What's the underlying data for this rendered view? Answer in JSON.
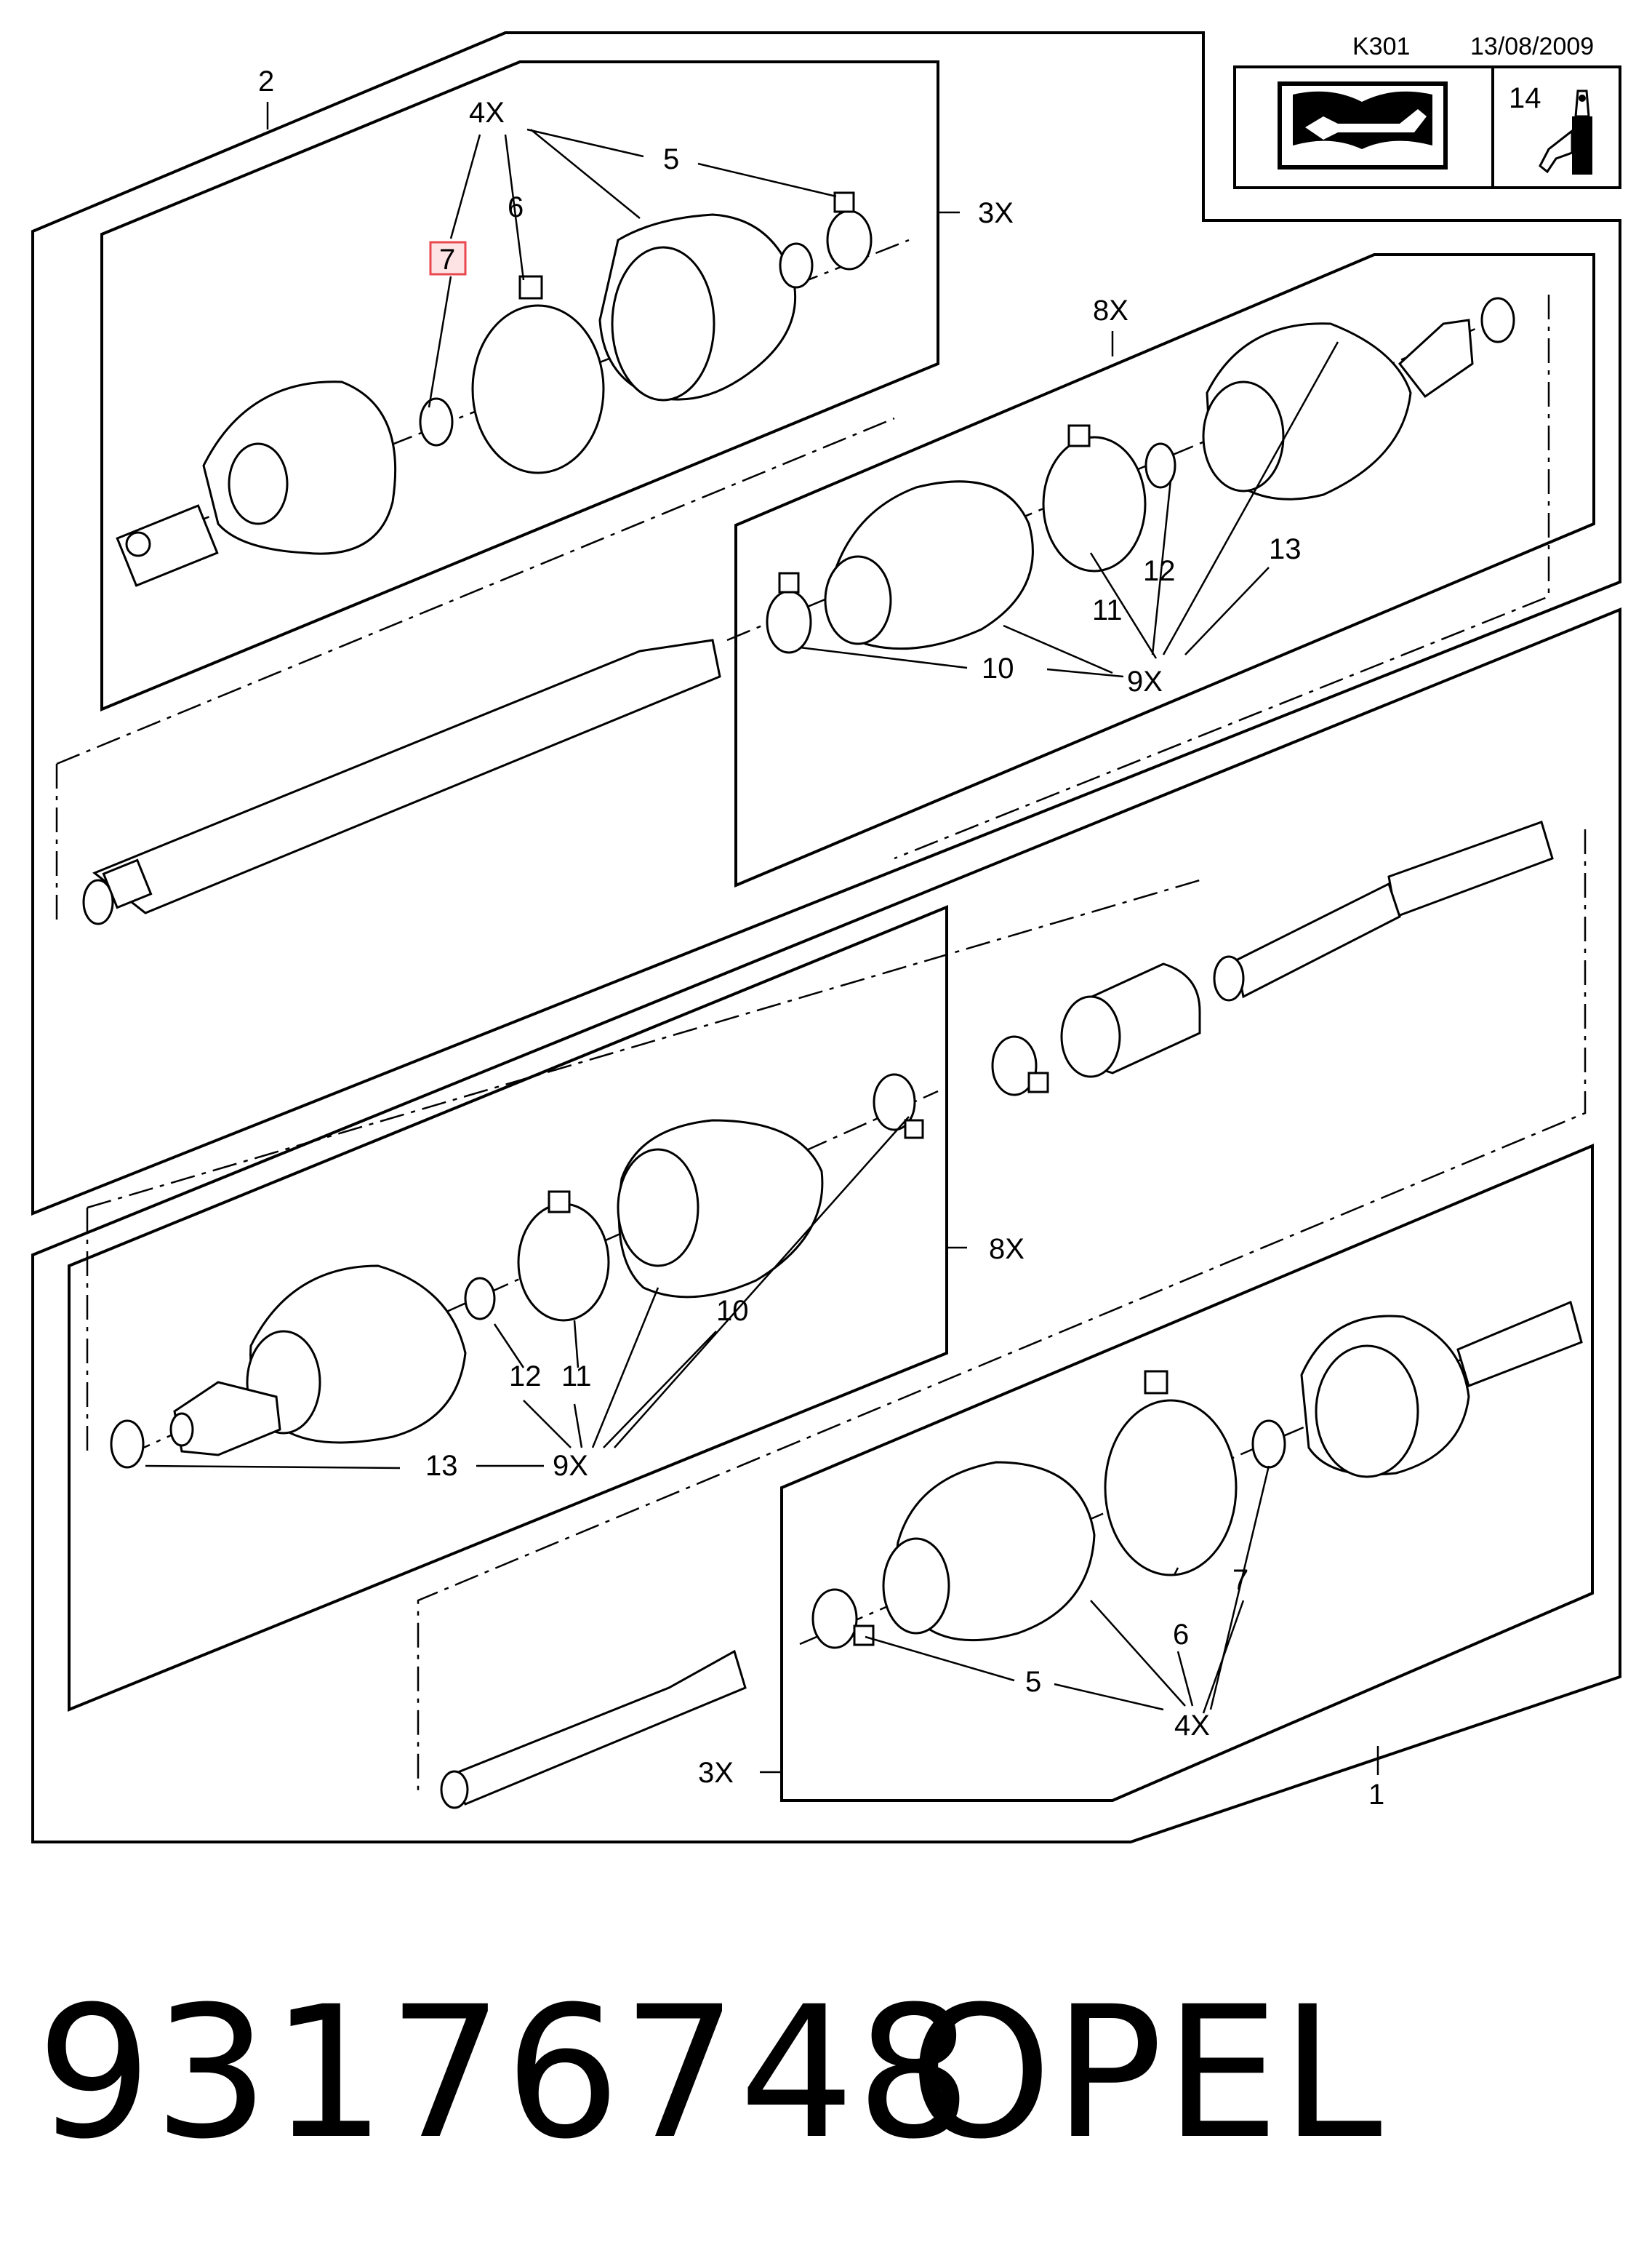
{
  "header": {
    "code": "K301",
    "date": "13/08/2009"
  },
  "legend": {
    "repair_manual_icon": "repair-manual-icon",
    "sealant_icon": "sealant-tube-icon",
    "sealant_ref": "14"
  },
  "labels": {
    "assy_left": "2",
    "assy_right": "1",
    "t_4x": "4X",
    "t_5": "5",
    "t_6": "6",
    "t_7": "7",
    "t_3x": "3X",
    "r_8x": "8X",
    "r_12": "12",
    "r_13": "13",
    "r_11": "11",
    "r_10": "10",
    "r_9x": "9X",
    "l_8x": "8X",
    "l_10": "10",
    "l_12": "12",
    "l_11": "11",
    "l_13": "13",
    "l_9x": "9X",
    "b_7": "7",
    "b_6": "6",
    "b_5": "5",
    "b_4x": "4X",
    "b_3x": "3X"
  },
  "highlight": {
    "label_ref": "7",
    "color": "#e8484f",
    "fill": "#fde3e4"
  },
  "footer": {
    "part_number": "93176748",
    "brand": "OPEL"
  }
}
